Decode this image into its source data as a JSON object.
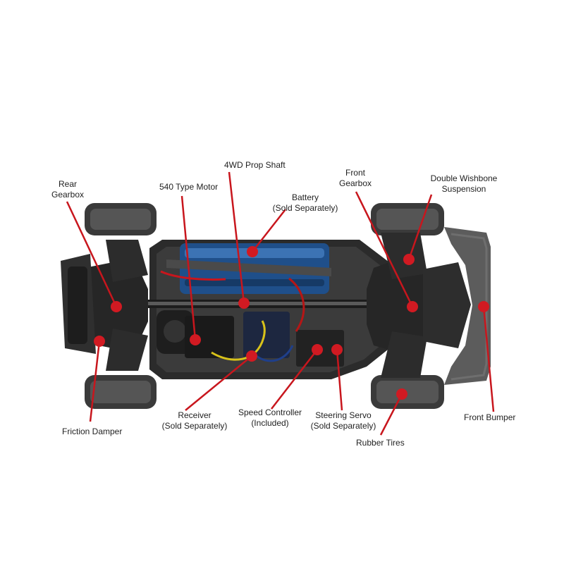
{
  "colors": {
    "leader": "#c8161d",
    "dot": "#d11a22",
    "chassis": "#2b2b2b",
    "battery": "#1f4f8a",
    "bumper": "#5c5c5c",
    "tire": "#3a3a3a"
  },
  "labels": {
    "rear_gearbox": [
      "Rear",
      "Gearbox"
    ],
    "motor": [
      "540 Type Motor"
    ],
    "prop_shaft": [
      "4WD Prop Shaft"
    ],
    "battery": [
      "Battery",
      "(Sold Separately)"
    ],
    "front_gearbox": [
      "Front",
      "Gearbox"
    ],
    "double_wishbone": [
      "Double Wishbone",
      "Suspension"
    ],
    "friction_damper": [
      "Friction Damper"
    ],
    "receiver": [
      "Receiver",
      "(Sold Separately)"
    ],
    "speed_controller": [
      "Speed Controller",
      "(Included)"
    ],
    "steering_servo": [
      "Steering Servo",
      "(Sold Separately)"
    ],
    "rubber_tires": [
      "Rubber Tires"
    ],
    "front_bumper": [
      "Front Bumper"
    ]
  }
}
